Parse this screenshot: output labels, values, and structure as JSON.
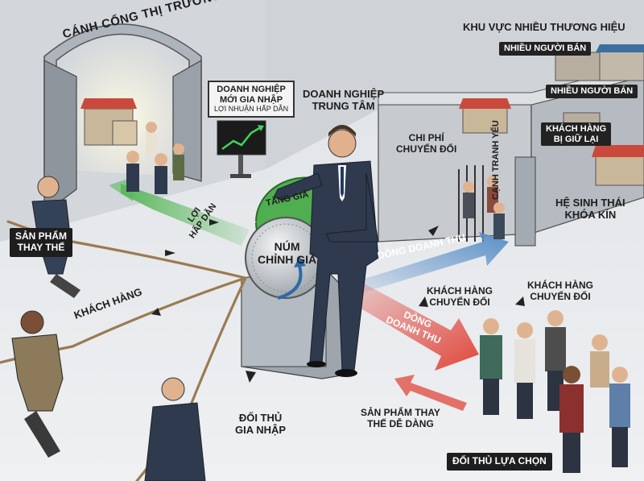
{
  "labels": {
    "market_gate": "CÁNH CỔNG THỊ TRƯỜNG",
    "new_entrant_line1": "DOANH NGHIỆP",
    "new_entrant_line2": "MỚI GIA NHẬP",
    "profit_attractive": "LỢI NHUẬN HẤP DẪN",
    "central_firm_line1": "DOANH NGHIỆP",
    "central_firm_line2": "TRUNG TÂM",
    "multi_brand_zone": "KHU VỰC NHIỀU THƯƠNG HIỆU",
    "many_sellers_1": "NHIỀU NGƯỜI BÁN",
    "many_sellers_2": "NHIỀU NGƯỜI BÁN",
    "customers_retained_line1": "KHÁCH HÀNG",
    "customers_retained_line2": "BỊ GIỮ LẠI",
    "switching_cost_line1": "CHI PHÍ",
    "switching_cost_line2": "CHUYỂN ĐỔI",
    "competition_edge": "CẠNH TRANH YẾU",
    "closed_ecosystem_line1": "HỆ SINH THÁI",
    "closed_ecosystem_line2": "KHÓA KÍN",
    "price_up": "TĂNG GIÁ",
    "price_knob_line1": "NÚM",
    "price_knob_line2": "CHỈNH GIÁ",
    "attractive_profit_line1": "LỢI",
    "attractive_profit_line2": "HẤP DẪN",
    "revenue_flow_1": "DÒNG DOANH THU",
    "revenue_flow_2_line1": "DÒNG",
    "revenue_flow_2_line2": "DOANH THU",
    "substitute_line1": "SẢN PHẨM",
    "substitute_line2": "THAY THẾ",
    "customers": "KHÁCH HÀNG",
    "entrant_competitor_line1": "ĐỐI THỦ",
    "entrant_competitor_line2": "GIA NHẬP",
    "switching_customers_1_line1": "KHÁCH HÀNG",
    "switching_customers_1_line2": "CHUYỂN ĐỔI",
    "switching_customers_2_line1": "KHÁCH HÀNG",
    "switching_customers_2_line2": "CHUYỂN ĐỔI",
    "easy_substitute_line1": "SẢN PHẨM THAY",
    "easy_substitute_line2": "THẾ DỄ DÀNG",
    "competitor_choice": "ĐỐI THỦ LỰA CHỌN"
  },
  "colors": {
    "green_arrow": "#5cb85c",
    "red_arrow": "#e0473c",
    "blue_arrow": "#5a8fc8",
    "wall": "#c7cbd0",
    "floor": "#e4e7ea",
    "rope": "#9b7b52",
    "suit": "#2f3a4e"
  }
}
